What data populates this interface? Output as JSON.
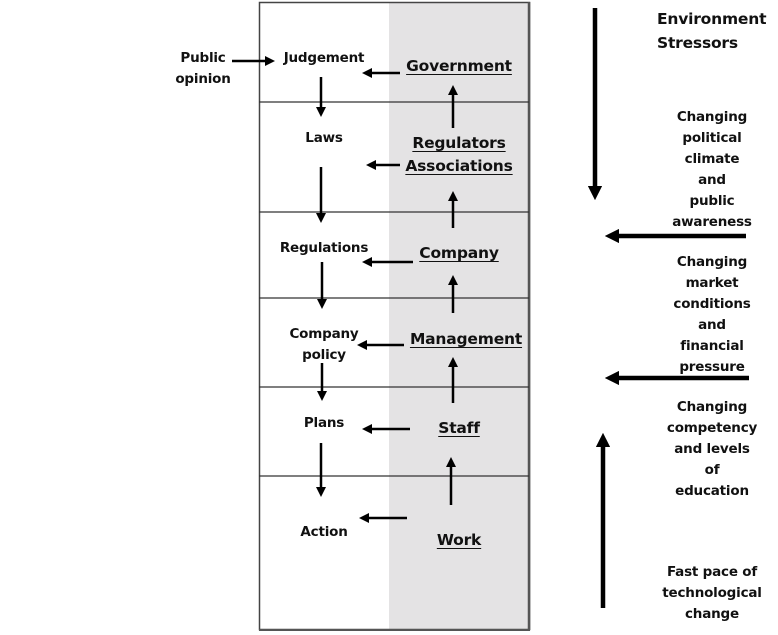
{
  "title": {
    "line1": "Environment",
    "line2": "Stressors"
  },
  "external_input": {
    "line1": "Public",
    "line2": "opinion"
  },
  "levels": [
    {
      "process": [
        "Judgement"
      ],
      "actor": [
        "Government"
      ]
    },
    {
      "process": [
        "Laws"
      ],
      "actor": [
        "Regulators",
        "Associations"
      ]
    },
    {
      "process": [
        "Regulations"
      ],
      "actor": [
        "Company"
      ]
    },
    {
      "process": [
        "Company",
        "policy"
      ],
      "actor": [
        "Management"
      ]
    },
    {
      "process": [
        "Plans"
      ],
      "actor": [
        "Staff"
      ]
    },
    {
      "process": [
        "Action"
      ],
      "actor": [
        "Work"
      ]
    }
  ],
  "stressors": [
    {
      "lines": [
        "Changing",
        "political",
        "climate and",
        "public",
        "awareness"
      ],
      "arrow": "down"
    },
    {
      "lines": [
        "Changing",
        "market",
        "conditions and",
        "financial",
        "pressure"
      ],
      "arrow": "left"
    },
    {
      "lines": [
        "Changing",
        "competency",
        "and levels of",
        "education"
      ],
      "arrow": "left"
    },
    {
      "lines": [
        "Fast pace of",
        "technological",
        "change"
      ],
      "arrow": "up"
    }
  ],
  "colors": {
    "actor_column": "#e4e3e4",
    "border": "#444444",
    "arrow": "#000000"
  }
}
